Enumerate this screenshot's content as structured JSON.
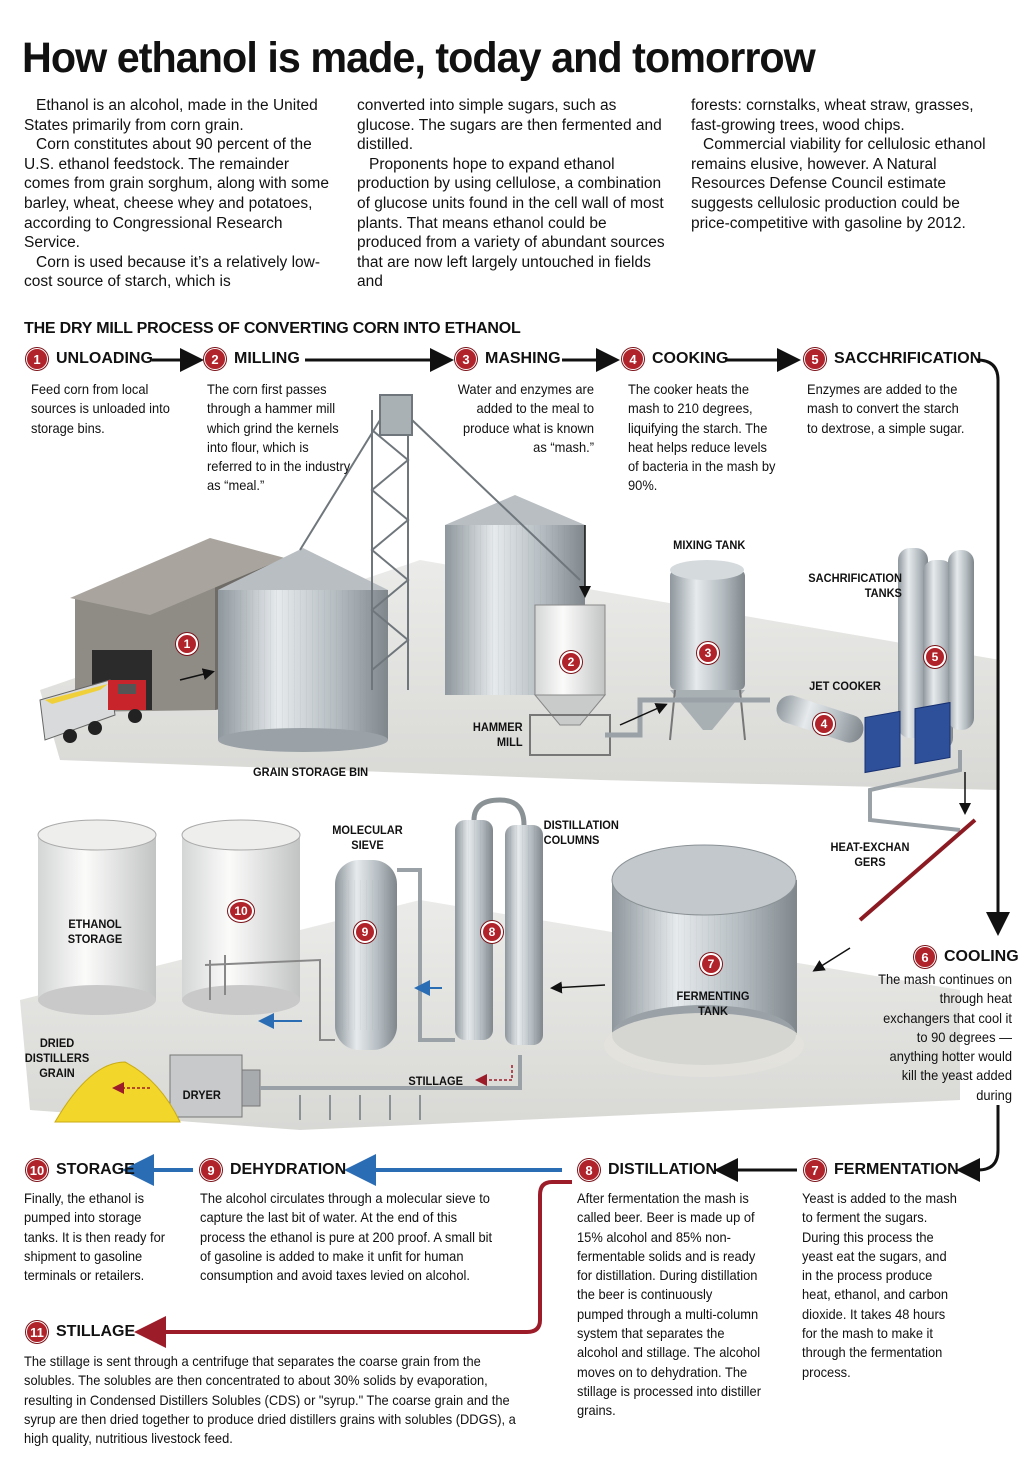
{
  "title": "How ethanol is made, today and tomorrow",
  "intro": {
    "col1": [
      "Ethanol is an alcohol, made in the United States primarily from corn grain.",
      "Corn constitutes about 90 percent of the U.S. ethanol feedstock. The remainder comes from grain sorghum, along with some barley, wheat, cheese whey and potatoes, according to Congressional Research Service.",
      "Corn is used because it’s a relatively low-cost source of starch, which is"
    ],
    "col2": [
      "converted into simple sugars, such as glucose. The sugars are then fermented and distilled.",
      "Proponents hope to expand ethanol production by using cellulose, a combination of glucose units found in the cell wall of most plants. That means ethanol could be produced from a variety of abundant sources that are now left largely untouched in fields and"
    ],
    "col3": [
      "forests: cornstalks, wheat straw, grasses, fast-growing trees, wood chips.",
      "Commercial viability for cellulosic ethanol remains elusive, however. A Natural Resources Defense Council estimate suggests cellulosic production could be price-competitive with gasoline by 2012."
    ]
  },
  "section_title": "THE DRY MILL PROCESS OF CONVERTING CORN INTO ETHANOL",
  "steps": {
    "s1": {
      "num": "1",
      "title": "UNLOADING",
      "text": "Feed corn from local sources is unloaded into storage bins."
    },
    "s2": {
      "num": "2",
      "title": "MILLING",
      "text": "The corn first passes through a hammer mill which grind the kernels into flour, which is referred to in the industry as “meal.”"
    },
    "s3": {
      "num": "3",
      "title": "MASHING",
      "text": "Water and enzymes are added to the meal to produce what is known as “mash.”"
    },
    "s4": {
      "num": "4",
      "title": "COOKING",
      "text": "The cooker heats the mash to 210 degrees, liquifying the starch. The heat helps reduce levels of bacteria in the mash by 90%."
    },
    "s5": {
      "num": "5",
      "title": "SACCHRIFICATION",
      "text": "Enzymes are added to the mash to convert the starch to dextrose, a simple sugar."
    },
    "s6": {
      "num": "6",
      "title": "COOLING",
      "text": "The mash continues on through heat exchangers that cool it to 90 degrees — anything hotter would kill the yeast added during"
    },
    "s7": {
      "num": "7",
      "title": "FERMENTATION",
      "text": "Yeast is added to the mash to ferment the sugars. During this process the yeast eat the sugars, and in the process produce heat, ethanol, and carbon dioxide. It takes 48 hours for the mash to make it through the fermentation process."
    },
    "s8": {
      "num": "8",
      "title": "DISTILLATION",
      "text": "After fermentation the mash is called beer. Beer is made up of 15% alcohol and 85% non-fermentable solids and is ready for distillation. During distillation the beer is continuously pumped through a multi-column system that separates the alcohol and stillage. The alcohol moves on to dehydration. The stillage is processed into distiller grains."
    },
    "s9": {
      "num": "9",
      "title": "DEHYDRATION",
      "text": "The alcohol circulates through a molecular sieve to capture the last bit of water. At the end of this process the ethanol is pure at 200 proof. A small bit of gasoline is added to make it unfit for human consumption and avoid taxes levied on alcohol."
    },
    "s10": {
      "num": "10",
      "title": "STORAGE",
      "text": "Finally, the ethanol is pumped into storage tanks. It is then ready for shipment to gasoline terminals or retailers."
    },
    "s11": {
      "num": "11",
      "title": "STILLAGE",
      "text": "The stillage is sent through a centrifuge that separates the coarse grain from the solubles. The solubles are then concentrated to about 30% solids by evaporation, resulting in Condensed Distillers Solubles (CDS) or \"syrup.\" The coarse grain and the syrup are then dried together to produce dried distillers grains with solubles (DDGS), a high quality, nutritious livestock feed."
    }
  },
  "labels": {
    "grain_storage_bin": "GRAIN STORAGE BIN",
    "hammer_mill": "HAMMER MILL",
    "mixing_tank": "MIXING TANK",
    "jet_cooker": "JET COOKER",
    "sachrification_tanks": "SACHRIFICATION TANKS",
    "heat_exchangers": "HEAT-EXCHAN GERS",
    "fermenting_tank": "FERMENTING TANK",
    "distillation_columns": "DISTILLATION COLUMNS",
    "molecular_sieve": "MOLECULAR SIEVE",
    "ethanol_storage": "ETHANOL STORAGE",
    "dried_distillers_grain": "DRIED DISTILLERS GRAIN",
    "dryer": "DRYER",
    "stillage": "STILLAGE"
  },
  "badges": [
    "1",
    "2",
    "3",
    "4",
    "5",
    "6",
    "7",
    "8",
    "9",
    "10"
  ],
  "colors": {
    "step_badge": "#b0232a",
    "flow_arrow_black": "#111111",
    "flow_arrow_blue": "#2a6db5",
    "flow_arrow_red": "#9c1c2a"
  }
}
